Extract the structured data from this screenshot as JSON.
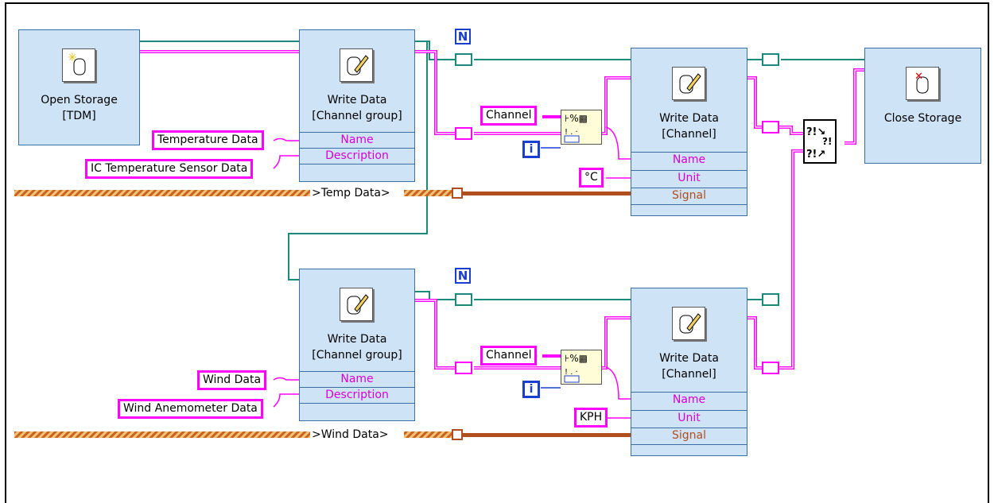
{
  "nodes": {
    "open_storage": {
      "line1": "Open Storage",
      "line2": "[TDM]"
    },
    "write_group_1": {
      "line1": "Write Data",
      "line2": "[Channel group]",
      "term1": "Name",
      "term2": "Description"
    },
    "write_channel_1": {
      "line1": "Write Data",
      "line2": "[Channel]",
      "term1": "Name",
      "term2": "Unit",
      "term3": "Signal"
    },
    "close_storage": {
      "line1": "Close Storage"
    },
    "write_group_2": {
      "line1": "Write Data",
      "line2": "[Channel group]",
      "term1": "Name",
      "term2": "Description"
    },
    "write_channel_2": {
      "line1": "Write Data",
      "line2": "[Channel]",
      "term1": "Name",
      "term2": "Unit",
      "term3": "Signal"
    }
  },
  "constants": {
    "temp_name": "Temperature Data",
    "temp_desc": "IC Temperature Sensor Data",
    "wind_name": "Wind Data",
    "wind_desc": "Wind Anemometer Data",
    "channel_1": "Channel",
    "channel_2": "Channel",
    "unit_1": "°C",
    "unit_2": "KPH"
  },
  "tunnels": {
    "temp": ">Temp Data>",
    "wind": ">Wind Data>"
  },
  "loops": {
    "n_label": "N",
    "i_label": "i"
  },
  "colors": {
    "wire_refnum": "#1a8a7a",
    "wire_string": "#ff00ff",
    "wire_dynamic": "#c8641e",
    "node_fill": "#cfe3f7"
  }
}
